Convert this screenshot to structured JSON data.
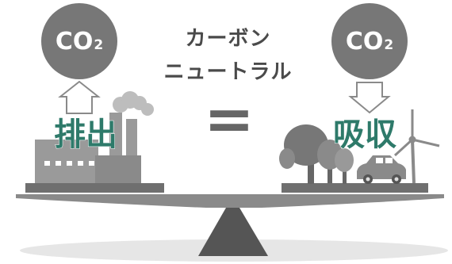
{
  "title": {
    "line1": "カーボン",
    "line2": "ニュートラル"
  },
  "left": {
    "label": "排出",
    "badge_main": "CO",
    "badge_sub": "2"
  },
  "right": {
    "label": "吸収",
    "badge_main": "CO",
    "badge_sub": "2"
  },
  "equals_symbol": "=",
  "colors": {
    "label_green": "#2e7a6a",
    "badge_gray": "#777777",
    "scale_gray": "#6f6f6f",
    "text_gray": "#4a4a4a"
  },
  "icons": [
    "up-arrow-icon",
    "factory-icon",
    "smoke-icon",
    "down-arrow-icon",
    "tree-icon",
    "car-icon",
    "wind-turbine-icon",
    "balance-scale-icon"
  ]
}
